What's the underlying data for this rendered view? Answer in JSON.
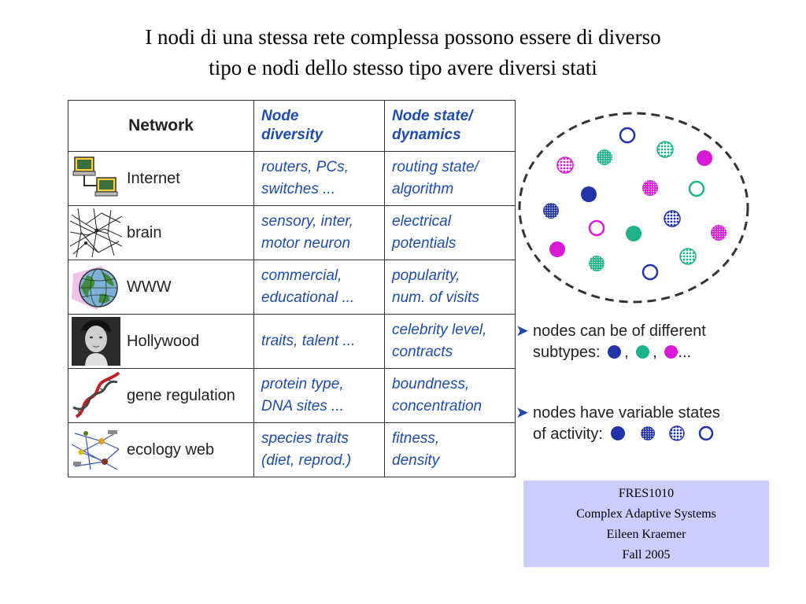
{
  "title": {
    "line1": "I nodi di una stessa rete complessa possono essere di diverso",
    "line2": "tipo e nodi dello stesso tipo avere diversi stati"
  },
  "table": {
    "headers": {
      "network": "Network",
      "diversity_l1": "Node",
      "diversity_l2": "diversity",
      "state_l1": "Node state/",
      "state_l2": "dynamics"
    },
    "rows": [
      {
        "network": "Internet",
        "icon": "computer-network-icon",
        "diversity": [
          "routers, PCs,",
          "switches ..."
        ],
        "state": [
          "routing state/",
          "algorithm"
        ]
      },
      {
        "network": "brain",
        "icon": "neuron-network-icon",
        "diversity": [
          "sensory, inter,",
          "motor neuron"
        ],
        "state": [
          "electrical",
          "potentials"
        ]
      },
      {
        "network": "WWW",
        "icon": "globe-icon",
        "diversity": [
          "commercial,",
          "educational ..."
        ],
        "state": [
          "popularity,",
          "num. of visits"
        ]
      },
      {
        "network": "Hollywood",
        "icon": "portrait-photo-icon",
        "diversity": [
          "traits, talent ..."
        ],
        "state": [
          "celebrity level,",
          "contracts"
        ]
      },
      {
        "network": "gene regulation",
        "icon": "dna-helix-icon",
        "diversity": [
          "protein type,",
          "DNA sites ..."
        ],
        "state": [
          "boundness,",
          "concentration"
        ]
      },
      {
        "network": "ecology web",
        "icon": "food-web-icon",
        "diversity": [
          "species traits",
          "(diet, reprod.)"
        ],
        "state": [
          "fitness,",
          "density"
        ]
      }
    ]
  },
  "bullets": {
    "b1_l1": "nodes can be of different",
    "b1_l2": "subtypes:",
    "b1_tail": "...",
    "b2_l1": "nodes have variable states",
    "b2_l2": "of activity:"
  },
  "colors": {
    "blue": "#2233aa",
    "green": "#1fb389",
    "magenta": "#d81ad8",
    "accent_text": "#1e4bb0",
    "footer_bg": "#ccccff"
  },
  "footer": {
    "course": "FRES1010",
    "name": "Complex Adaptive Systems",
    "author": "Eileen Kraemer",
    "term": "Fall 2005"
  }
}
